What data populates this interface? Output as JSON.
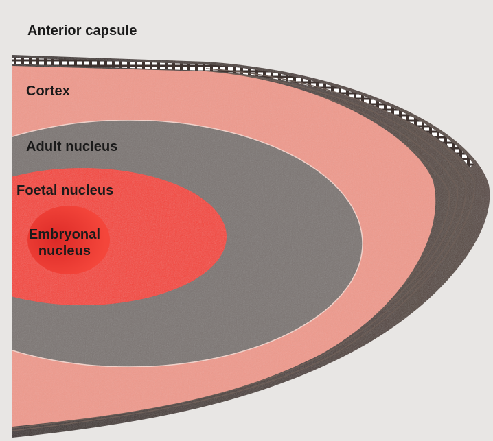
{
  "labels": {
    "anterior_capsule": "Anterior capsule",
    "cortex": "Cortex",
    "adult_nucleus": "Adult nucleus",
    "foetal_nucleus": "Foetal nucleus",
    "embryonal_nucleus": "Embryonal nucleus"
  },
  "colors": {
    "background": "#e8e6e4",
    "capsule": "#4a3d38",
    "capsule_cells": "#ffffff",
    "cortex": "#ef9a8c",
    "adult_nucleus": "#7b7572",
    "foetal_nucleus": "#f4453a",
    "embryonal_nucleus": "#e3302d"
  }
}
